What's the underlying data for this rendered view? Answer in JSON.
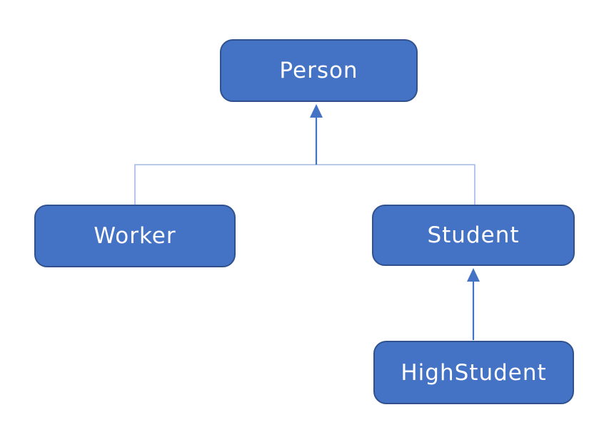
{
  "diagram": {
    "type": "class-inheritance-hierarchy",
    "nodes": [
      {
        "id": "person",
        "label": "Person"
      },
      {
        "id": "worker",
        "label": "Worker"
      },
      {
        "id": "student",
        "label": "Student"
      },
      {
        "id": "highstudent",
        "label": "HighStudent"
      }
    ],
    "edges": [
      {
        "from": "worker",
        "to": "person",
        "type": "inheritance",
        "arrow_points_to": "person"
      },
      {
        "from": "student",
        "to": "person",
        "type": "inheritance",
        "arrow_points_to": "person"
      },
      {
        "from": "highstudent",
        "to": "student",
        "type": "inheritance",
        "arrow_points_to": "student"
      }
    ],
    "colors": {
      "node_fill": "#4472C4",
      "node_border": "#2F528F",
      "arrow": "#4472C4",
      "connector": "#A3B8E4",
      "node_text": "#FFFFFF",
      "background": "#FFFFFF"
    }
  }
}
